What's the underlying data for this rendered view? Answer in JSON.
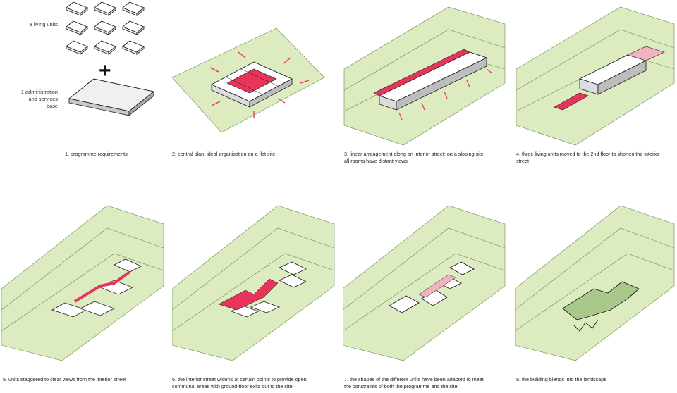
{
  "legend": {
    "units_label": "9 living units",
    "base_label_line1": "1 administration",
    "base_label_line2": "and services",
    "base_label_line3": "base",
    "plus_symbol": "+"
  },
  "captions": [
    {
      "line1": "1. programme requirements",
      "line2": ""
    },
    {
      "line1": "2. central plan: ideal organisation on a flat site",
      "line2": ""
    },
    {
      "line1": "3. linear arrangement along an interior street: on a sloping site,",
      "line2": "all rooms have distant views"
    },
    {
      "line1": "4. three living units moved to the 2nd floor to shorten the interior",
      "line2": "street"
    },
    {
      "line1": "5. units staggered to clear views from the interior street",
      "line2": ""
    },
    {
      "line1": "6. the interior street widens at certain points to provide open",
      "line2": "communal areas with ground-floor exits out to the site"
    },
    {
      "line1": "7. the shapes of the different units have been adapted to meet",
      "line2": "the constraints of both the programme and the site"
    },
    {
      "line1": "8. the building blends into the landscape",
      "line2": ""
    }
  ],
  "colors": {
    "terrain": "#dcebc0",
    "terrain_dark": "#c9dfa6",
    "accent_red": "#e8345a",
    "accent_pink": "#f2b3c0",
    "building_green": "#a8c98a",
    "outline": "#1a1a1a"
  }
}
